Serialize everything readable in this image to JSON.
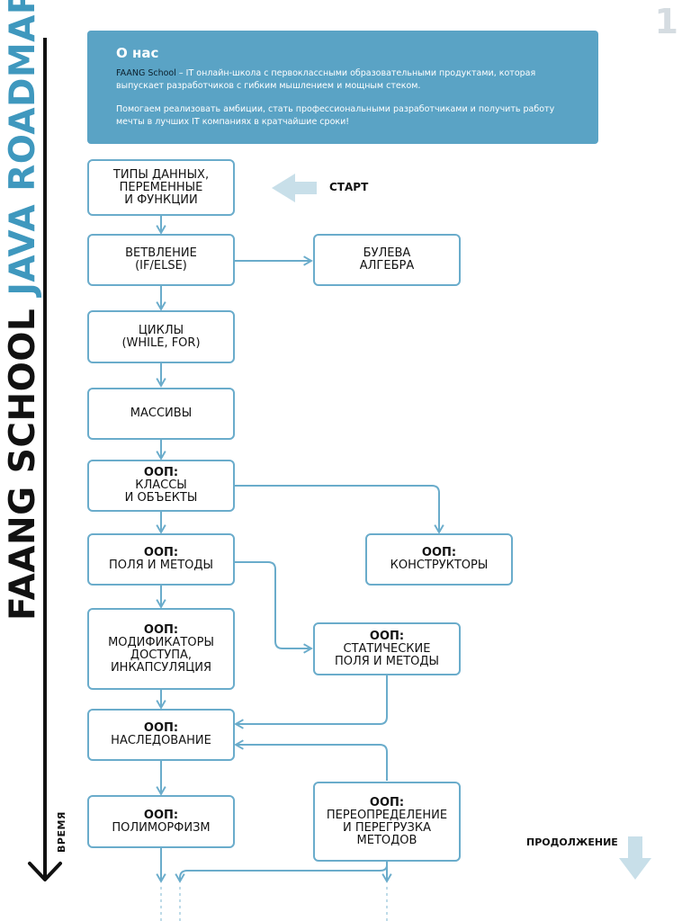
{
  "page": {
    "number": "1"
  },
  "title": {
    "part1": "FAANG SCHOOL",
    "part2": "JAVA ROADMAP"
  },
  "timeline_label": "ВРЕМЯ",
  "about": {
    "heading": "О нас",
    "brand": "FAANG School",
    "intro": " – IT онлайн-школа с первоклассными образовательными продуктами, которая выпускает разработчиков с гибким мышлением и мощным стеком.",
    "mission": "Помогаем реализовать амбиции, стать профессиональными разработчиками и получить работу мечты в лучших IT компаниях в кратчайшие сроки!"
  },
  "start_label": "СТАРТ",
  "continue_label": "ПРОДОЛЖЕНИЕ",
  "nodes": {
    "data_types": {
      "head": "",
      "body": "ТИПЫ ДАННЫХ,\nПЕРЕМЕННЫЕ\nИ ФУНКЦИИ"
    },
    "branching": {
      "head": "",
      "body": "ВЕТВЛЕНИЕ\n(IF/ELSE)"
    },
    "boolean": {
      "head": "",
      "body": "БУЛЕВА\nАЛГЕБРА"
    },
    "loops": {
      "head": "",
      "body": "ЦИКЛЫ\n(WHILE, FOR)"
    },
    "arrays": {
      "head": "",
      "body": "МАССИВЫ"
    },
    "oop_classes": {
      "head": "ООП:",
      "body": "КЛАССЫ\nИ ОБЪЕКТЫ"
    },
    "oop_fields": {
      "head": "ООП:",
      "body": "ПОЛЯ И МЕТОДЫ"
    },
    "oop_constructors": {
      "head": "ООП:",
      "body": "КОНСТРУКТОРЫ"
    },
    "oop_modifiers": {
      "head": "ООП:",
      "body": "МОДИФИКАТОРЫ\nДОСТУПА,\nИНКАПСУЛЯЦИЯ"
    },
    "oop_static": {
      "head": "ООП:",
      "body": "СТАТИЧЕСКИЕ\nПОЛЯ И МЕТОДЫ"
    },
    "oop_inheritance": {
      "head": "ООП:",
      "body": "НАСЛЕДОВАНИЕ"
    },
    "oop_polymorphism": {
      "head": "ООП:",
      "body": "ПОЛИМОРФИЗМ"
    },
    "oop_overriding": {
      "head": "ООП:",
      "body": "ПЕРЕОПРЕДЕЛЕНИЕ\nИ ПЕРЕГРУЗКА\nМЕТОДОВ"
    }
  },
  "colors": {
    "accent": "#3f98be",
    "panel": "#5aa3c5",
    "connector": "#6aaccb",
    "light_arrow": "#c8dfe9"
  }
}
